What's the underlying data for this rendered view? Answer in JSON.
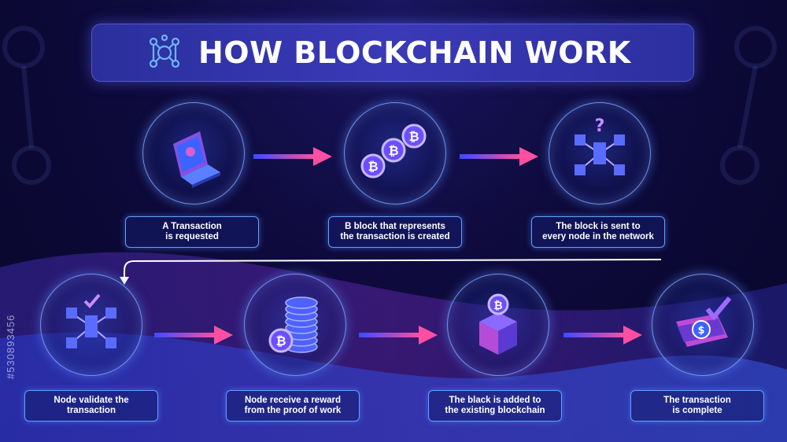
{
  "title": "HOW BLOCKCHAIN WORK",
  "steps": [
    {
      "line1": "A Transaction",
      "line2": "is requested"
    },
    {
      "line1": "B block that represents",
      "line2": "the transaction is created"
    },
    {
      "line1": "The block is sent to",
      "line2": "every node in the network"
    },
    {
      "line1": "Node validate the",
      "line2": "transaction"
    },
    {
      "line1": "Node receive a reward",
      "line2": "from the proof of work"
    },
    {
      "line1": "The black is added to",
      "line2": "the existing blockchain"
    },
    {
      "line1": "The transaction",
      "line2": "is complete"
    }
  ],
  "watermark": "#530893456",
  "icons": [
    "laptop-icon",
    "bitcoin-coins-icon",
    "network-cubes-question-icon",
    "network-cubes-check-icon",
    "bitcoin-stack-icon",
    "block-coin-icon",
    "money-check-icon"
  ],
  "colors": {
    "background": "#0e0a3c",
    "accent": "#5fa0ff",
    "arrow_start": "#3a4cff",
    "arrow_end": "#ff4fa0",
    "title_bar": "#3a3ab8"
  }
}
